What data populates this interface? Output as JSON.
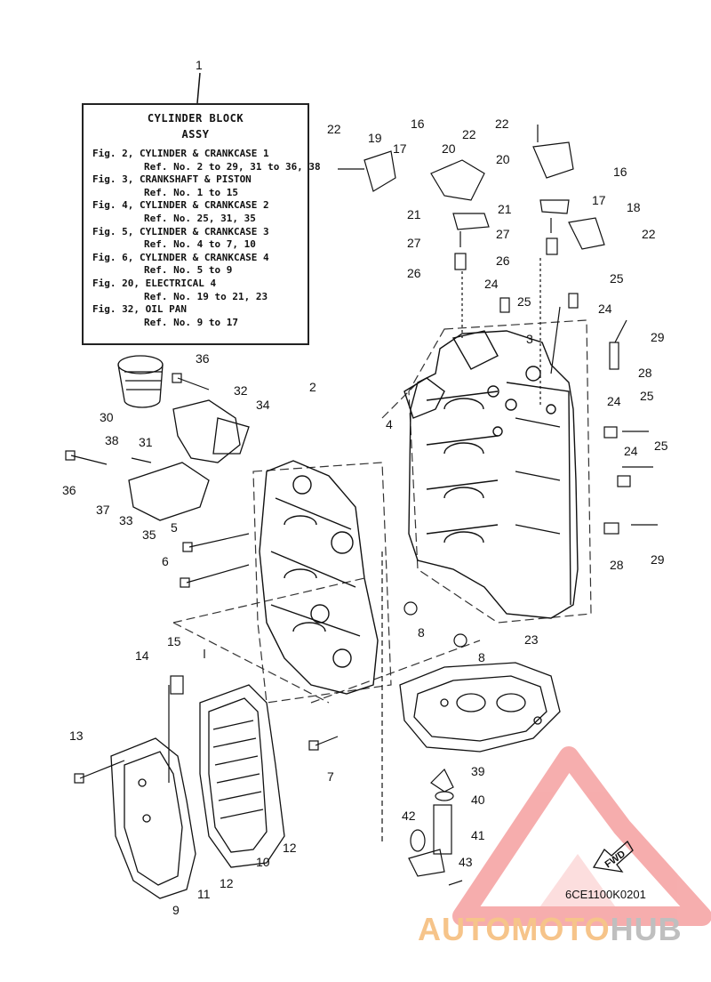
{
  "legend": {
    "title_line1": "CYLINDER BLOCK",
    "title_line2": "ASSY",
    "entries": [
      {
        "fig": "Fig. 2, CYLINDER & CRANKCASE 1",
        "ref": "Ref. No. 2 to 29, 31 to 36, 38"
      },
      {
        "fig": "Fig. 3, CRANKSHAFT & PISTON",
        "ref": "Ref. No. 1 to 15"
      },
      {
        "fig": "Fig. 4, CYLINDER & CRANKCASE 2",
        "ref": "Ref. No. 25, 31, 35"
      },
      {
        "fig": "Fig. 5, CYLINDER & CRANKCASE 3",
        "ref": "Ref. No. 4 to 7, 10"
      },
      {
        "fig": "Fig. 6, CYLINDER & CRANKCASE 4",
        "ref": "Ref. No. 5 to 9"
      },
      {
        "fig": "Fig. 20, ELECTRICAL 4",
        "ref": "Ref. No. 19 to 21, 23"
      },
      {
        "fig": "Fig. 32, OIL PAN",
        "ref": "Ref. No. 9 to 17"
      }
    ]
  },
  "part_numbers": [
    "1",
    "2",
    "3",
    "4",
    "5",
    "6",
    "7",
    "8",
    "8",
    "9",
    "10",
    "11",
    "12",
    "12",
    "13",
    "14",
    "15",
    "16",
    "16",
    "17",
    "17",
    "18",
    "19",
    "20",
    "20",
    "21",
    "21",
    "22",
    "22",
    "22",
    "22",
    "23",
    "24",
    "24",
    "24",
    "24",
    "25",
    "25",
    "25",
    "25",
    "26",
    "26",
    "27",
    "27",
    "28",
    "28",
    "29",
    "29",
    "30",
    "31",
    "32",
    "33",
    "34",
    "35",
    "36",
    "36",
    "37",
    "38",
    "39",
    "40",
    "41",
    "42",
    "43"
  ],
  "labels": {
    "n1": "1",
    "n2": "2",
    "n3": "3",
    "n4": "4",
    "n5": "5",
    "n6": "6",
    "n7": "7",
    "n8a": "8",
    "n8b": "8",
    "n9": "9",
    "n10": "10",
    "n11": "11",
    "n12a": "12",
    "n12b": "12",
    "n13": "13",
    "n14": "14",
    "n15": "15",
    "n16a": "16",
    "n16b": "16",
    "n17a": "17",
    "n17b": "17",
    "n18": "18",
    "n19": "19",
    "n20a": "20",
    "n20b": "20",
    "n21a": "21",
    "n21b": "21",
    "n22a": "22",
    "n22b": "22",
    "n22c": "22",
    "n22d": "22",
    "n23": "23",
    "n24a": "24",
    "n24b": "24",
    "n24c": "24",
    "n24d": "24",
    "n25a": "25",
    "n25b": "25",
    "n25c": "25",
    "n25d": "25",
    "n26a": "26",
    "n26b": "26",
    "n27a": "27",
    "n27b": "27",
    "n28a": "28",
    "n28b": "28",
    "n29a": "29",
    "n29b": "29",
    "n30": "30",
    "n31": "31",
    "n32": "32",
    "n33": "33",
    "n34": "34",
    "n35": "35",
    "n36a": "36",
    "n36b": "36",
    "n37": "37",
    "n38": "38",
    "n39": "39",
    "n40": "40",
    "n41": "41",
    "n42": "42",
    "n43": "43"
  },
  "fwd_label": "FWD",
  "diagram_code": "6CE1100K0201",
  "watermark": {
    "part1": "AUTOMOTO",
    "part2": "HUB",
    "color_accent": "#f4a65a",
    "color_triangle": "#ef6b6b"
  }
}
